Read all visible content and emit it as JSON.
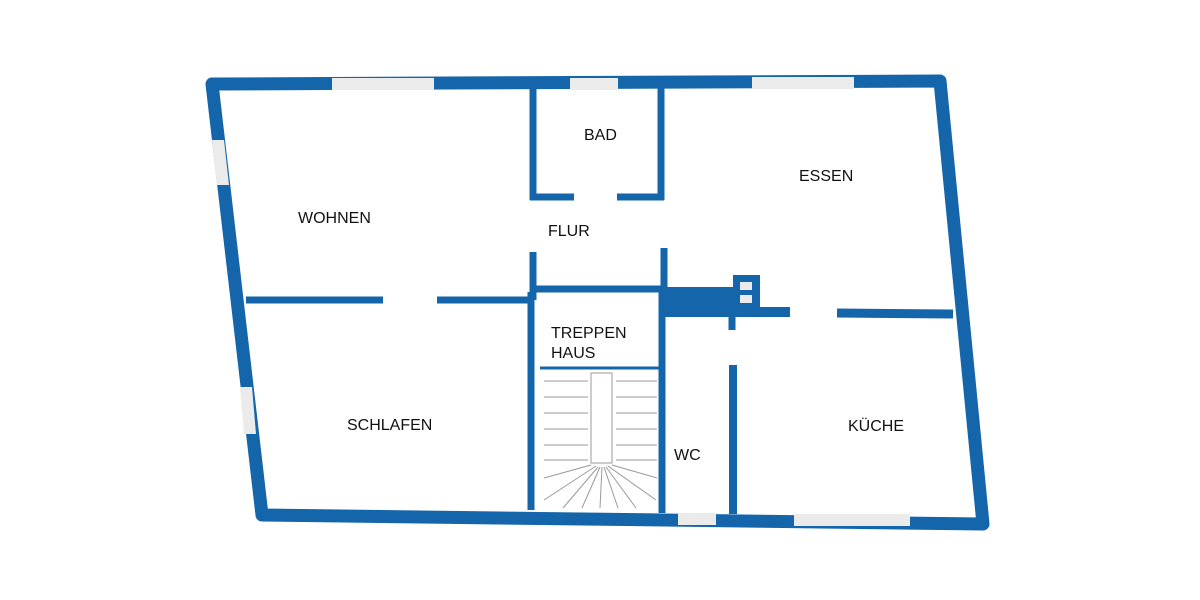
{
  "floorplan": {
    "colors": {
      "wall": "#1565AA",
      "window": "#EBEBEB",
      "background": "#FFFFFF",
      "stair_lines": "#9A9A9A",
      "text": "#111111"
    },
    "rooms": {
      "wohnen": "WOHNEN",
      "bad": "BAD",
      "flur": "FLUR",
      "essen": "ESSEN",
      "treppenhaus_line1": "TREPPEN",
      "treppenhaus_line2": "HAUS",
      "schlafen": "SCHLAFEN",
      "wc": "WC",
      "kueche": "KÜCHE"
    }
  }
}
